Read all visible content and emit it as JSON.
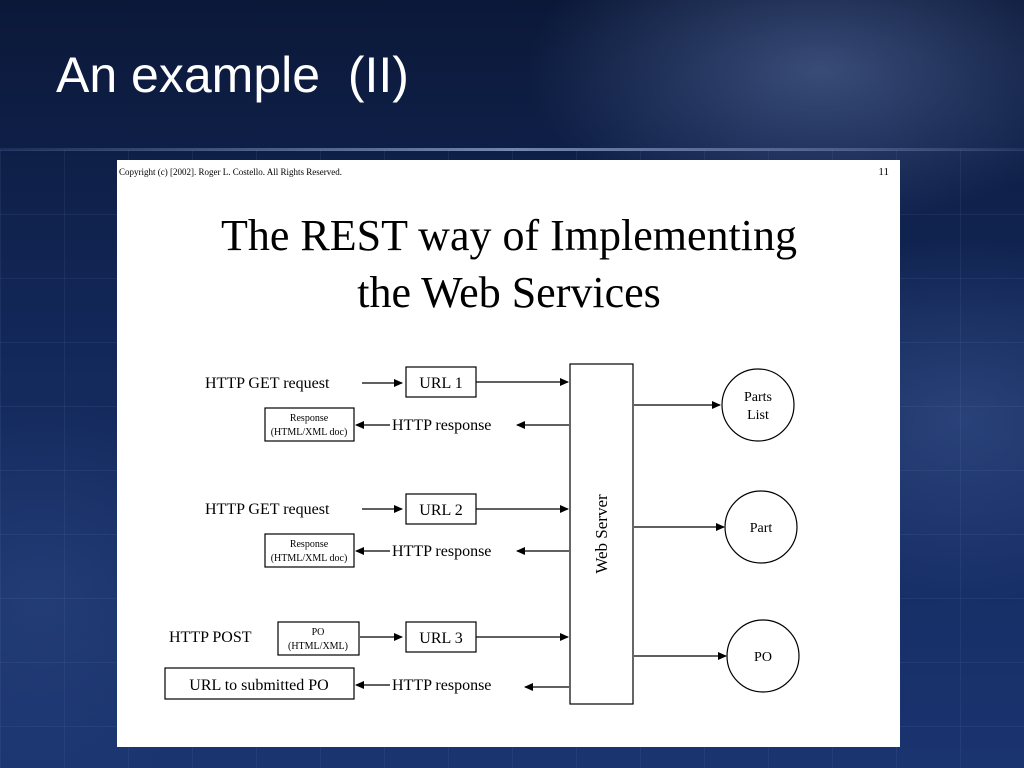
{
  "slide": {
    "title": "An example  (II)"
  },
  "figure": {
    "copyright": "Copyright (c) [2002].  Roger L. Costello.  All Rights Reserved.",
    "page_number": "11",
    "heading_line1": "The REST way of Implementing",
    "heading_line2": "the Web Services",
    "web_server_label": "Web Server",
    "rows": [
      {
        "request_label": "HTTP GET request",
        "url_label": "URL 1",
        "response_box_line1": "Response",
        "response_box_line2": "(HTML/XML doc)",
        "response_label": "HTTP response",
        "resource_line1": "Parts",
        "resource_line2": "List"
      },
      {
        "request_label": "HTTP GET request",
        "url_label": "URL 2",
        "response_box_line1": "Response",
        "response_box_line2": "(HTML/XML doc)",
        "response_label": "HTTP response",
        "resource_line1": "Part",
        "resource_line2": ""
      },
      {
        "request_label": "HTTP POST",
        "payload_line1": "PO",
        "payload_line2": "(HTML/XML)",
        "url_label": "URL 3",
        "response_box_line1": "URL to submitted PO",
        "response_label": "HTTP response",
        "resource_line1": "PO",
        "resource_line2": ""
      }
    ]
  },
  "colors": {
    "background": "#0f1d3f",
    "title_text": "#ffffff",
    "figure_background": "#ffffff",
    "diagram_ink": "#000000"
  }
}
